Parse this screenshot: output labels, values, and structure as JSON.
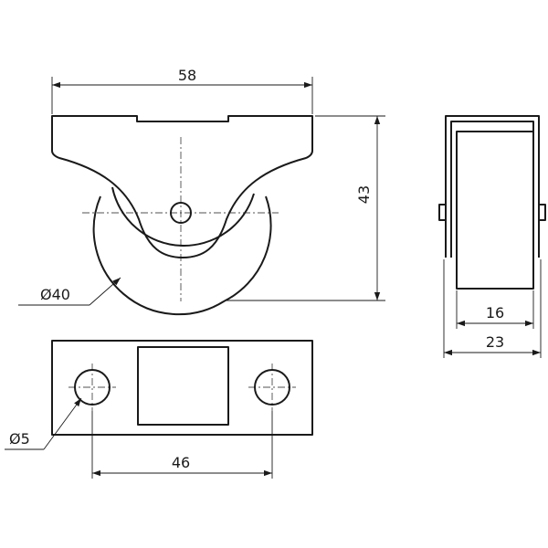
{
  "dimensions": {
    "top_width": "58",
    "height": "43",
    "wheel_diameter": "Ø40",
    "wheel_width": "16",
    "side_width": "23",
    "hole_diameter": "Ø5",
    "hole_spacing": "46"
  }
}
